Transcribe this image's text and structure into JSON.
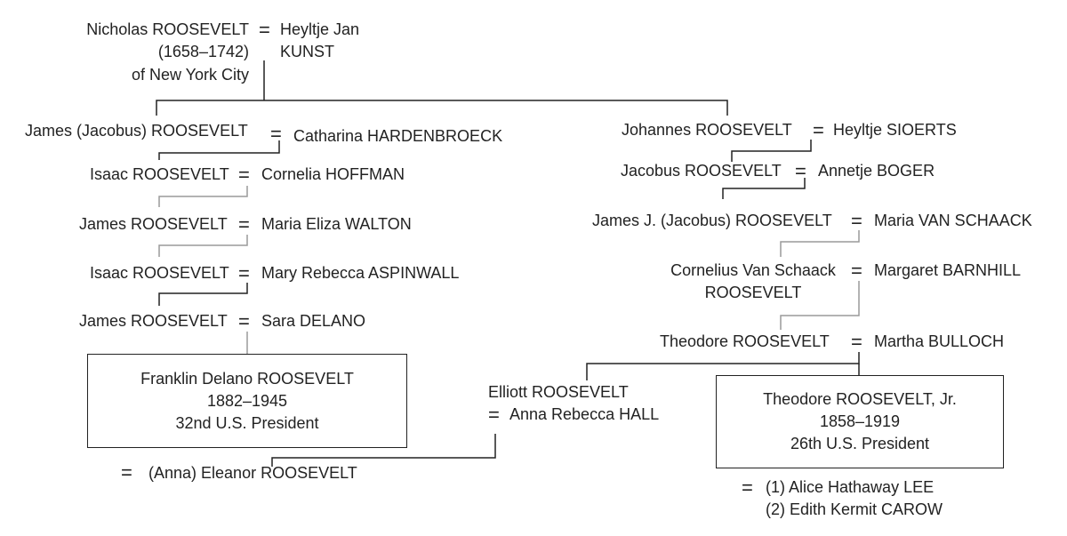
{
  "nicholas": {
    "name": "Nicholas ROOSEVELT",
    "dates": "(1658–1742)",
    "place": "of New York City"
  },
  "heyltje_kunst": {
    "line1": "Heyltje Jan",
    "line2": "KUNST"
  },
  "eq": "=",
  "left": {
    "g1": {
      "husband": "James (Jacobus) ROOSEVELT",
      "wife": "Catharina HARDENBROECK"
    },
    "g2": {
      "husband": "Isaac ROOSEVELT",
      "wife": "Cornelia HOFFMAN"
    },
    "g3": {
      "husband": "James ROOSEVELT",
      "wife": "Maria Eliza WALTON"
    },
    "g4": {
      "husband": "Isaac ROOSEVELT",
      "wife": "Mary Rebecca ASPINWALL"
    },
    "g5": {
      "husband": "James ROOSEVELT",
      "wife": "Sara DELANO"
    },
    "fdr": {
      "name": "Franklin Delano ROOSEVELT",
      "dates": "1882–1945",
      "title": "32nd U.S. President"
    },
    "fdr_spouse": "(Anna) Eleanor ROOSEVELT"
  },
  "right": {
    "g1": {
      "husband": "Johannes ROOSEVELT",
      "wife": "Heyltje SIOERTS"
    },
    "g2": {
      "husband": "Jacobus ROOSEVELT",
      "wife": "Annetje BOGER"
    },
    "g3": {
      "husband": "James J. (Jacobus) ROOSEVELT",
      "wife": "Maria VAN SCHAACK"
    },
    "g4": {
      "husband1": "Cornelius Van Schaack",
      "husband2": "ROOSEVELT",
      "wife": "Margaret BARNHILL"
    },
    "g5": {
      "husband": "Theodore ROOSEVELT",
      "wife": "Martha BULLOCH"
    },
    "elliott": {
      "name": "Elliott ROOSEVELT",
      "wife": "Anna Rebecca HALL"
    },
    "tr": {
      "name": "Theodore ROOSEVELT, Jr.",
      "dates": "1858–1919",
      "title": "26th U.S. President"
    },
    "tr_spouse1": "(1) Alice Hathaway LEE",
    "tr_spouse2": "(2) Edith Kermit CAROW"
  }
}
